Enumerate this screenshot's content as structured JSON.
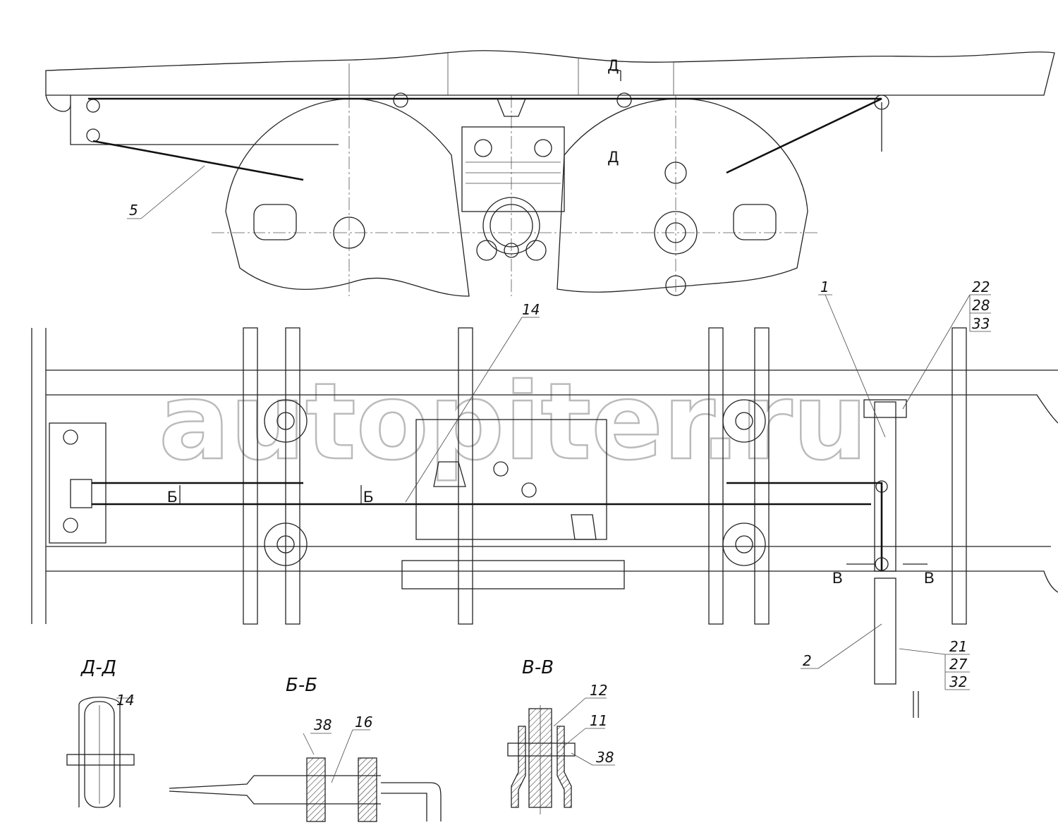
{
  "watermark": "autopiter.ru",
  "top_view": {
    "section_marks": [
      "Д",
      "Д"
    ],
    "callouts": [
      "5"
    ]
  },
  "plan_view": {
    "callouts": {
      "c14": "14",
      "c1": "1",
      "c22": "22",
      "c28": "28",
      "c33": "33",
      "c2": "2",
      "c21": "21",
      "c27": "27",
      "c32": "32"
    },
    "section_marks": {
      "b1": "Б",
      "b2": "Б",
      "v1": "В",
      "v2": "В"
    }
  },
  "sections": {
    "dd": {
      "title": "Д-Д",
      "callouts": [
        "14"
      ]
    },
    "bb": {
      "title": "Б-Б",
      "callouts": [
        "38",
        "16"
      ]
    },
    "vv": {
      "title": "В-В",
      "callouts": [
        "12",
        "11",
        "38"
      ]
    }
  }
}
